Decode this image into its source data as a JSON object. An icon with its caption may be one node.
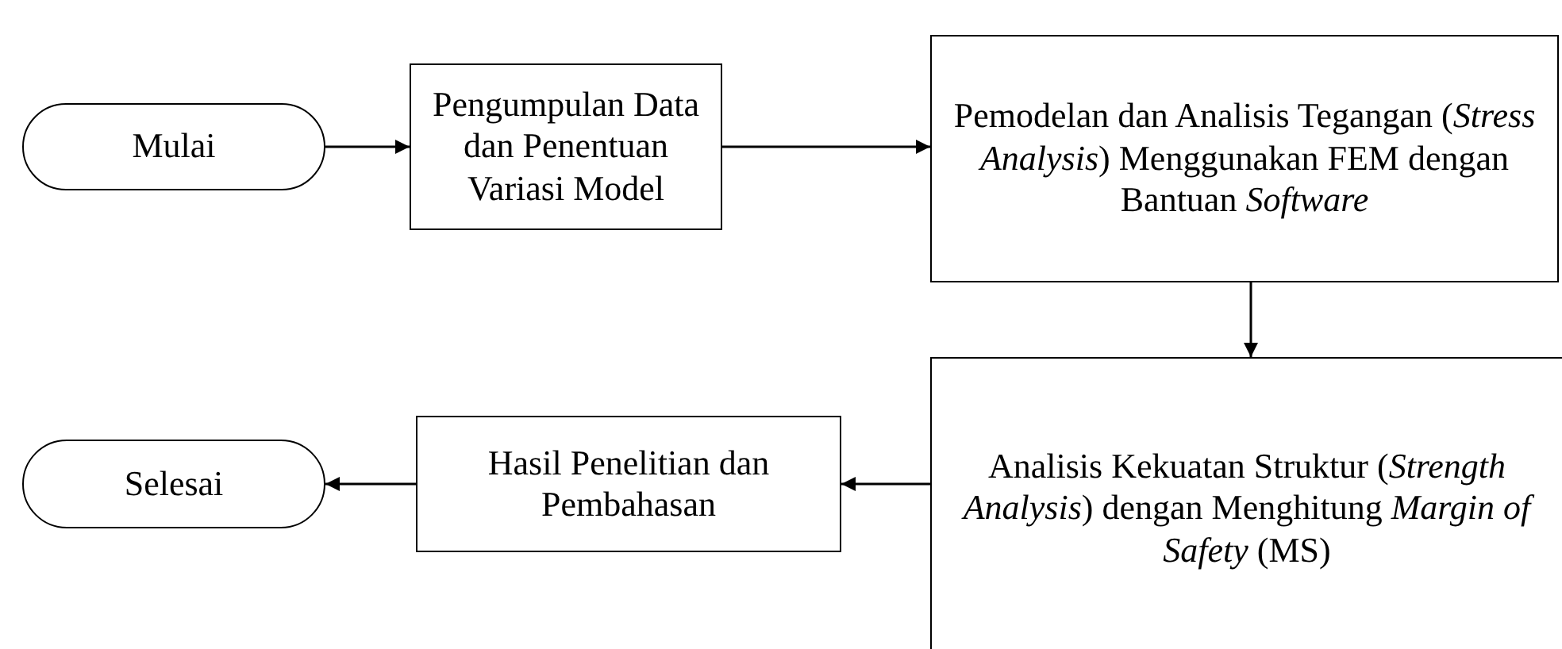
{
  "diagram": {
    "nodes": [
      {
        "text": [
          "Mulai"
        ]
      },
      {
        "text": [
          "Pengumpulan Data dan Penentuan Variasi Model"
        ]
      },
      {
        "text": [
          "Pemodelan dan Analisis Tegangan (*Stress Analysis*) Menggunakan FEM dengan Bantuan *Software*"
        ]
      },
      {
        "text": [
          "Analisis Kekuatan Struktur (*Strength Analysis*) dengan Menghitung *Margin of Safety* (MS)"
        ]
      },
      {
        "text": [
          "Hasil Penelitian dan Pembahasan"
        ]
      },
      {
        "text": [
          "Selesai"
        ]
      }
    ],
    "edges": [
      {
        "from": 0,
        "to": 1,
        "arrow": "to"
      },
      {
        "from": 1,
        "to": 2,
        "arrow": "to"
      },
      {
        "from": 2,
        "to": 3,
        "arrow": "to"
      },
      {
        "from": 3,
        "to": 4,
        "arrow": "to"
      },
      {
        "from": 4,
        "to": 5,
        "arrow": "to"
      }
    ]
  }
}
